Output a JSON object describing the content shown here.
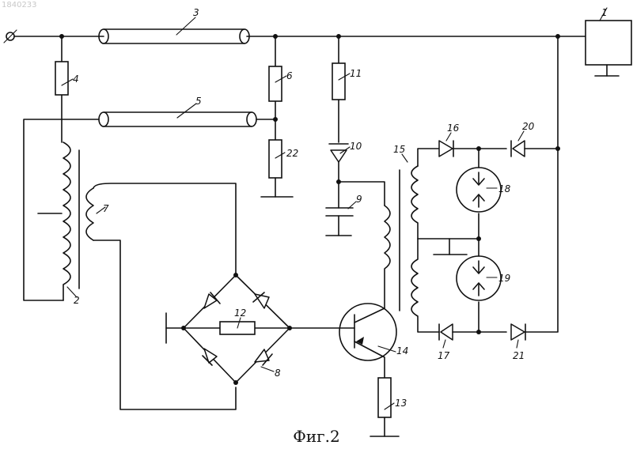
{
  "document_id": "1840233",
  "caption": "Фиг.2",
  "callouts": {
    "c1": "1",
    "c2": "2",
    "c3": "3",
    "c4": "4",
    "c5": "5",
    "c6": "6",
    "c7": "7",
    "c8": "8",
    "c9": "9",
    "c10": "10",
    "c11": "11",
    "c12": "12",
    "c13": "13",
    "c14": "14",
    "c15": "15",
    "c16": "16",
    "c17": "17",
    "c18": "18",
    "c19": "19",
    "c20": "20",
    "c21": "21",
    "c22": "22"
  }
}
